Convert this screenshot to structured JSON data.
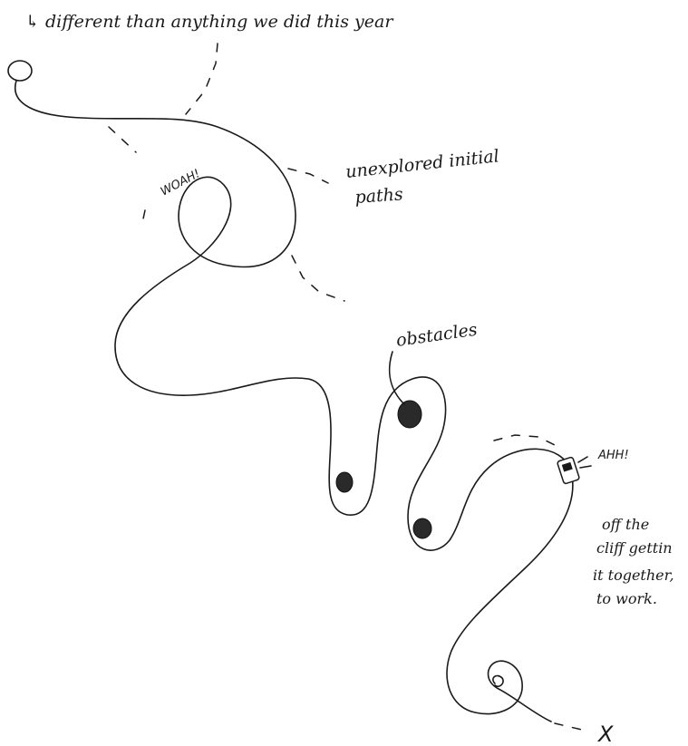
{
  "annotations": {
    "top_note": "↳ different than anything we did this year",
    "exclamation_woah": "WOAH!",
    "unexplored_line1": "unexplored initial",
    "unexplored_line2": "paths",
    "obstacles": "obstacles",
    "exclamation_ahh": "AHH!",
    "cliff_line1": "off the",
    "cliff_line2": "cliff gettin",
    "cliff_line3": "it together,",
    "cliff_line4": "to work.",
    "end_marker": "X"
  },
  "colors": {
    "ink": "#1a1a1a",
    "paper": "#ffffff"
  }
}
